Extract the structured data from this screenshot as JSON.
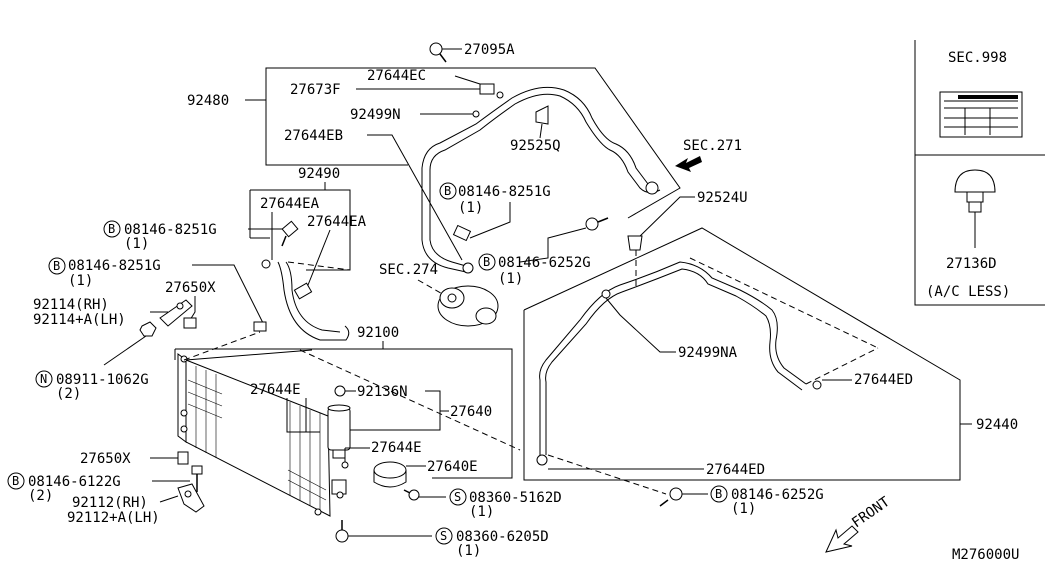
{
  "diagram": {
    "labels": {
      "p27095A": "27095A",
      "p27644EC": "27644EC",
      "p27673F": "27673F",
      "p92480": "92480",
      "p92499N": "92499N",
      "p27644EB": "27644EB",
      "p92525Q": "92525Q",
      "sec271": "SEC.271",
      "b08146_8251G_top": "08146-8251G",
      "b08146_8251G_top_qty": "(1)",
      "p92524U": "92524U",
      "p92490": "92490",
      "p27644EA_a": "27644EA",
      "p27644EA_b": "27644EA",
      "b08146_8251G_left1": "08146-8251G",
      "b08146_8251G_left1_qty": "(1)",
      "b08146_6252G_mid": "08146-6252G",
      "b08146_6252G_mid_qty": "(1)",
      "sec274": "SEC.274",
      "b08146_8251G_left2": "08146-8251G",
      "b08146_8251G_left2_qty": "(1)",
      "p27650X_top": "27650X",
      "p92114": "92114(RH)",
      "p92114A": "92114+A(LH)",
      "p92100": "92100",
      "p92499NA": "92499NA",
      "n08911_1062G": "08911-1062G",
      "n08911_1062G_qty": "(2)",
      "p27644E_a": "27644E",
      "p92136N": "92136N",
      "p27640": "27640",
      "p27644ED_right": "27644ED",
      "p92440": "92440",
      "p27644E_b": "27644E",
      "p27650X_bot": "27650X",
      "p27640E": "27640E",
      "p27644ED_bot": "27644ED",
      "b08146_6122G": "08146-6122G",
      "b08146_6122G_qty": "(2)",
      "s08360_5162D": "08360-5162D",
      "s08360_5162D_qty": "(1)",
      "b08146_6252G_bot": "08146-6252G",
      "b08146_6252G_bot_qty": "(1)",
      "p92112": "92112(RH)",
      "p92112A": "92112+A(LH)",
      "s08360_6205D": "08360-6205D",
      "s08360_6205D_qty": "(1)",
      "front": "FRONT"
    },
    "markers": {
      "B": "B",
      "N": "N",
      "S": "S"
    },
    "inset": {
      "sec998": "SEC.998",
      "p27136D": "27136D",
      "ac_less": "(A/C LESS)"
    },
    "catalog_code": "M276000U"
  }
}
